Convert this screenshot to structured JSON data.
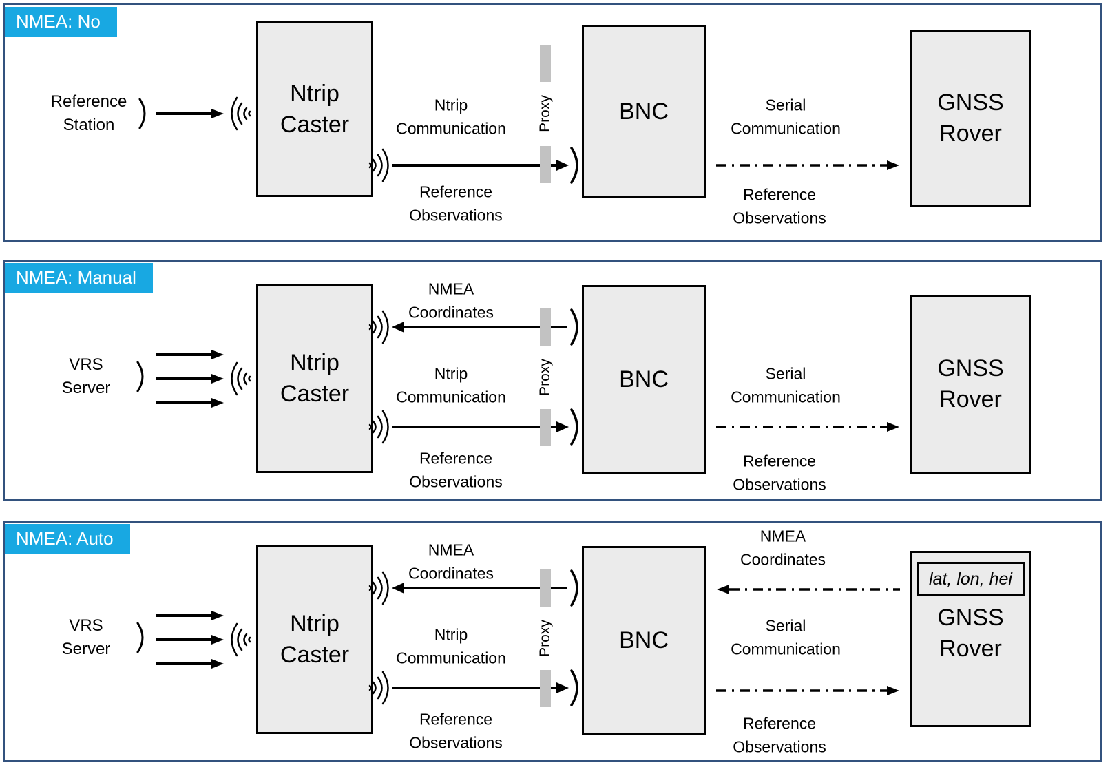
{
  "colors": {
    "tag_bg": "#18A8E2",
    "tag_text": "#FFFFFF",
    "panel_border": "#33527E",
    "box_fill": "#EBEBEB",
    "box_border": "#000000",
    "proxy_bar": "#C2C2C2",
    "arrow": "#000000"
  },
  "panels": [
    {
      "tag": "NMEA: No",
      "source_line1": "Reference",
      "source_line2": "Station",
      "caster_line1": "Ntrip",
      "caster_line2": "Caster",
      "bnc": "BNC",
      "rover_line1": "GNSS",
      "rover_line2": "Rover",
      "proxy": "Proxy",
      "ntrip_line1": "Ntrip",
      "ntrip_line2": "Communication",
      "refobs_mid_line1": "Reference",
      "refobs_mid_line2": "Observations",
      "serial_line1": "Serial",
      "serial_line2": "Communication",
      "refobs_right_line1": "Reference",
      "refobs_right_line2": "Observations"
    },
    {
      "tag": "NMEA: Manual",
      "source_line1": "VRS",
      "source_line2": "Server",
      "caster_line1": "Ntrip",
      "caster_line2": "Caster",
      "bnc": "BNC",
      "rover_line1": "GNSS",
      "rover_line2": "Rover",
      "proxy": "Proxy",
      "nmea_mid_line1": "NMEA",
      "nmea_mid_line2": "Coordinates",
      "ntrip_line1": "Ntrip",
      "ntrip_line2": "Communication",
      "refobs_mid_line1": "Reference",
      "refobs_mid_line2": "Observations",
      "serial_line1": "Serial",
      "serial_line2": "Communication",
      "refobs_right_line1": "Reference",
      "refobs_right_line2": "Observations"
    },
    {
      "tag": "NMEA: Auto",
      "source_line1": "VRS",
      "source_line2": "Server",
      "caster_line1": "Ntrip",
      "caster_line2": "Caster",
      "bnc": "BNC",
      "rover_line1": "GNSS",
      "rover_line2": "Rover",
      "rover_inner": "lat, lon, hei",
      "proxy": "Proxy",
      "nmea_mid_line1": "NMEA",
      "nmea_mid_line2": "Coordinates",
      "nmea_right_line1": "NMEA",
      "nmea_right_line2": "Coordinates",
      "ntrip_line1": "Ntrip",
      "ntrip_line2": "Communication",
      "refobs_mid_line1": "Reference",
      "refobs_mid_line2": "Observations",
      "serial_line1": "Serial",
      "serial_line2": "Communication",
      "refobs_right_line1": "Reference",
      "refobs_right_line2": "Observations"
    }
  ]
}
